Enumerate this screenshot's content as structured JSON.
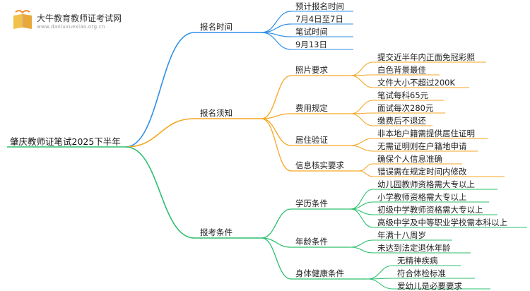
{
  "logo": {
    "title": "大牛教育教师证考试网",
    "url": "www.daniuxuexiao.org.cn",
    "icon": "open-book-icon"
  },
  "colors": {
    "blue": "#2f8fe6",
    "orange": "#f5a623",
    "green": "#2dbf6e"
  },
  "root": "肇庆教师证笔试2025下半年",
  "branches": [
    {
      "label": "报名时间",
      "leaves": [
        "预计报名时间",
        "7月4日至7日",
        "笔试时间",
        "9月13日"
      ]
    },
    {
      "label": "报名须知",
      "groups": [
        {
          "label": "照片要求",
          "leaves": [
            "提交近半年内正面免冠彩照",
            "白色背景最佳",
            "文件大小不超过200K"
          ]
        },
        {
          "label": "费用规定",
          "leaves": [
            "笔试每科65元",
            "面试每次280元",
            "缴费后不退还"
          ]
        },
        {
          "label": "居住验证",
          "leaves": [
            "非本地户籍需提供居住证明",
            "无需证明则在户籍地申请"
          ]
        },
        {
          "label": "信息核实要求",
          "leaves": [
            "确保个人信息准确",
            "错误需在规定时间内修改"
          ]
        }
      ]
    },
    {
      "label": "报考条件",
      "groups": [
        {
          "label": "学历条件",
          "leaves": [
            "幼儿园教师资格需大专以上",
            "小学教师资格需大专以上",
            "初级中学教师资格需大专以上",
            "高级中学及中等职业学校需本科以上"
          ]
        },
        {
          "label": "年龄条件",
          "leaves": [
            "年满十八周岁",
            "未达到法定退休年龄"
          ]
        },
        {
          "label": "身体健康条件",
          "leaves": [
            "无精神疾病",
            "符合体检标准",
            "爱幼儿是必要要求"
          ]
        }
      ]
    }
  ]
}
